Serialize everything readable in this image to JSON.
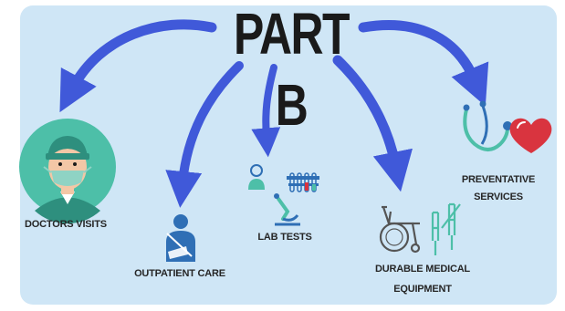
{
  "title": "PART B",
  "colors": {
    "background": "#cfe6f6",
    "arrow": "#4059d9",
    "icon_teal": "#4dbfa8",
    "icon_blue": "#2f6fb5",
    "heart": "#d9343f"
  },
  "items": [
    {
      "label": "DOCTORS VISITS",
      "icon": "doctor-avatar-icon"
    },
    {
      "label": "OUTPATIENT CARE",
      "icon": "patient-arm-sling-icon"
    },
    {
      "label": "LAB TESTS",
      "icon": "lab-microscope-icon"
    },
    {
      "label": "DURABLE MEDICAL EQUIPMENT",
      "icon": "wheelchair-crutches-icon"
    },
    {
      "label": "PREVENTATIVE SERVICES",
      "icon": "stethoscope-heart-icon"
    }
  ]
}
